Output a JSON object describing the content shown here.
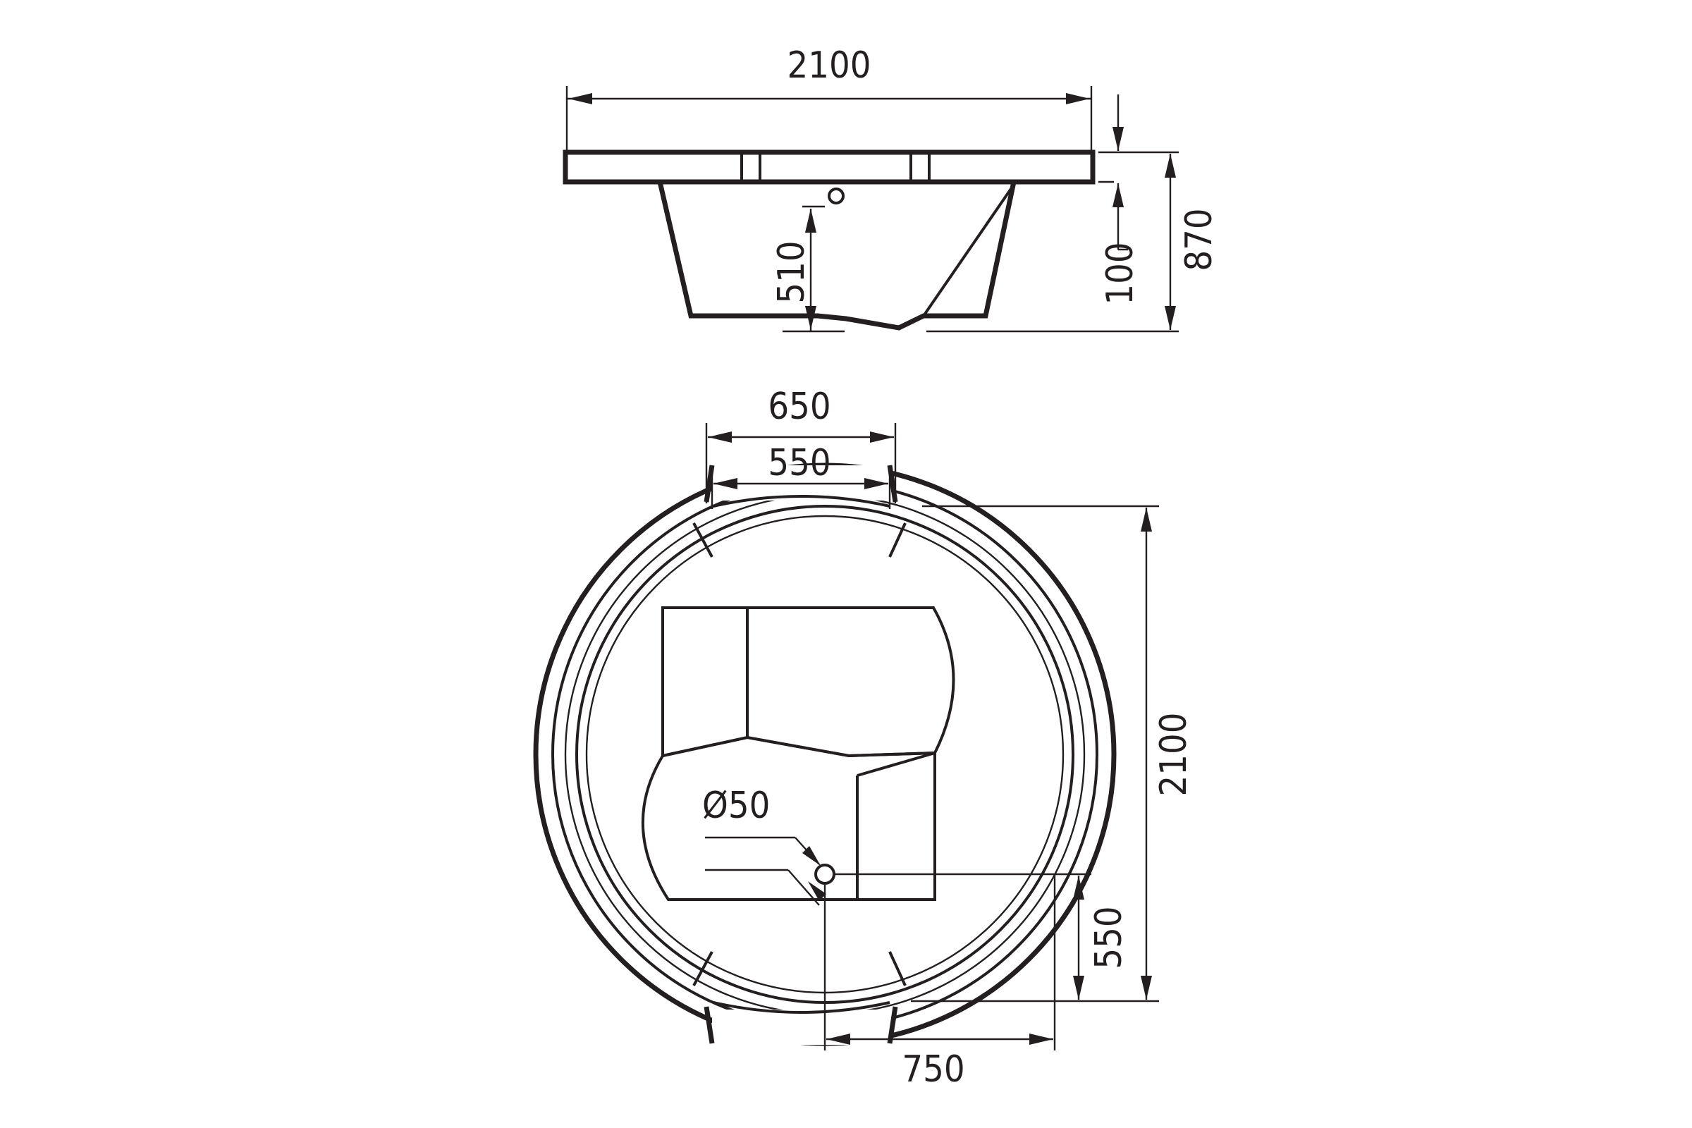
{
  "side_view": {
    "overall_width": "2100",
    "rim_thickness": "100",
    "overall_height": "870",
    "drain_height": "510"
  },
  "top_view": {
    "seat_outer_width": "650",
    "seat_inner_width": "550",
    "overall_diameter": "2100",
    "drain_diameter": "Ø50",
    "drain_offset_vertical": "550",
    "drain_offset_horizontal": "750"
  },
  "colors": {
    "line": "#231f20",
    "background": "#ffffff"
  }
}
